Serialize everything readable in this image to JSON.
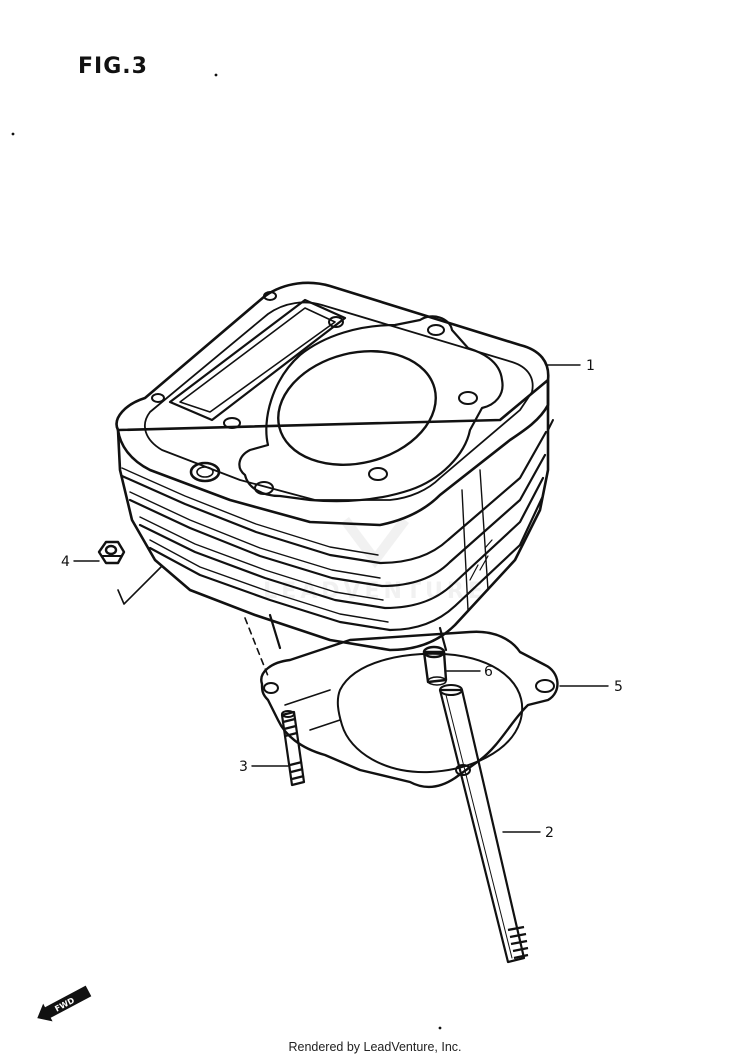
{
  "figure": {
    "title": "FIG.3",
    "fwd_label": "FWD",
    "watermark_text": "LEADVENTURE"
  },
  "callouts": [
    {
      "id": "cylinder",
      "number": "1"
    },
    {
      "id": "stud-long",
      "number": "2"
    },
    {
      "id": "stud-short",
      "number": "3"
    },
    {
      "id": "nut",
      "number": "4"
    },
    {
      "id": "gasket",
      "number": "5"
    },
    {
      "id": "dowel-pin",
      "number": "6"
    }
  ],
  "footer": {
    "text": "Rendered by LeadVenture, Inc."
  },
  "colors": {
    "line": "#111111",
    "background": "#ffffff",
    "watermark": "#e6e6e6"
  }
}
